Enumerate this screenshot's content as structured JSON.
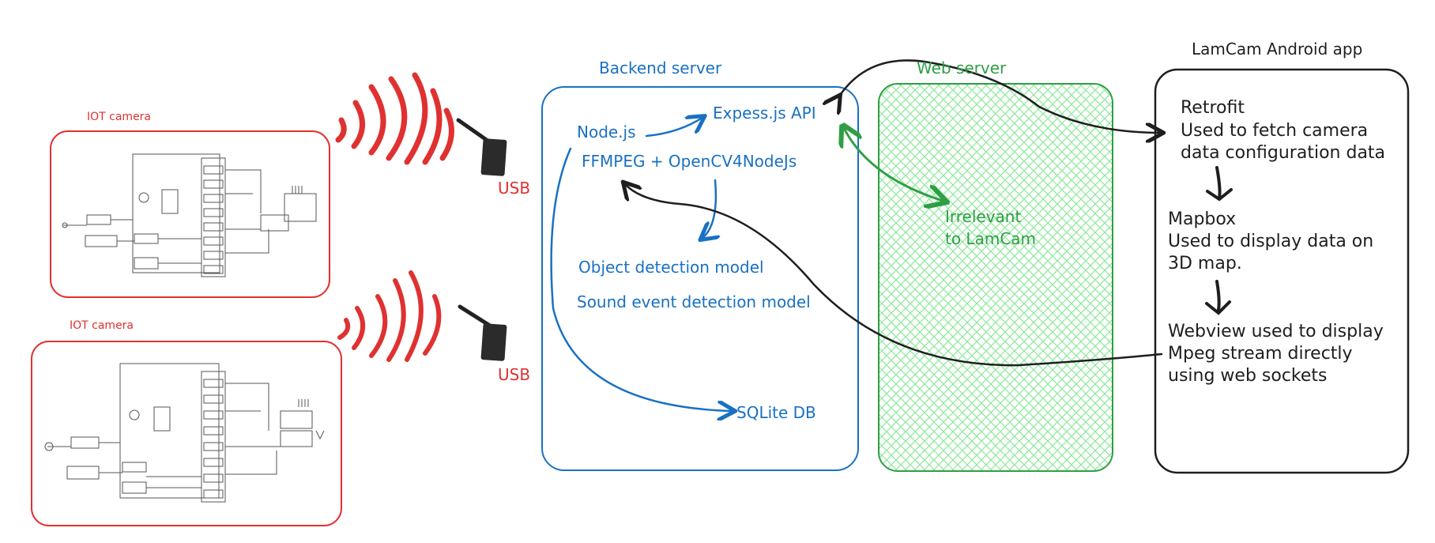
{
  "colors": {
    "camera": "#e03131",
    "backend": "#1971c2",
    "web": "#2f9e44",
    "app": "#1e1e1e",
    "hatch": "#b2f2bb"
  },
  "cameras": [
    {
      "label": "IOT camera",
      "usb_label": "USB"
    },
    {
      "label": "IOT camera",
      "usb_label": "USB"
    }
  ],
  "backend": {
    "title": "Backend server",
    "nodejs": "Node.js",
    "express": "Expess.js API",
    "ffmpeg": "FFMPEG + OpenCV4NodeJs",
    "object_detection": "Object detection model",
    "sound_detection": "Sound event detection model",
    "db": "SQLite DB"
  },
  "web_server": {
    "title": "Web server",
    "note_line1": "Irrelevant",
    "note_line2": "to LamCam"
  },
  "app": {
    "title": "LamCam Android app",
    "retrofit_title": "Retrofit",
    "retrofit_desc_line1": "Used to fetch camera",
    "retrofit_desc_line2": "data configuration data",
    "mapbox_title": "Mapbox",
    "mapbox_desc_line1": "Used to display data on",
    "mapbox_desc_line2": "3D map.",
    "webview_line1": "Webview used to display",
    "webview_line2": "Mpeg stream directly",
    "webview_line3": "using web sockets"
  }
}
